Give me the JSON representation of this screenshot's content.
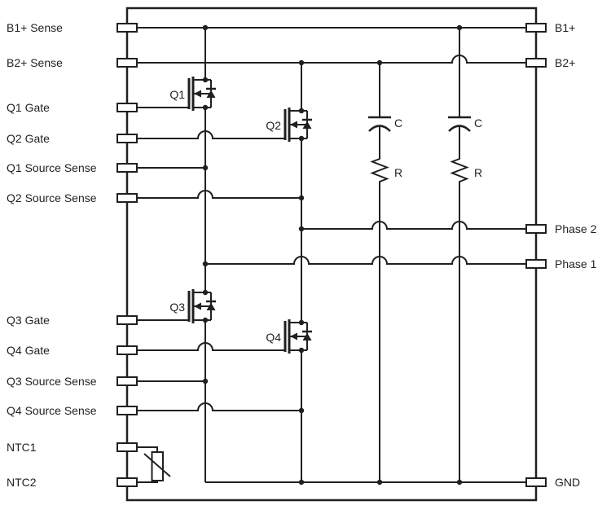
{
  "diagram": {
    "kind": "power-stage-schematic",
    "bg_color": "#ffffff",
    "line_color": "#231f20"
  },
  "pins": {
    "left": [
      {
        "label": "B1+ Sense"
      },
      {
        "label": "B2+ Sense"
      },
      {
        "label": "Q1 Gate"
      },
      {
        "label": "Q2 Gate"
      },
      {
        "label": "Q1 Source Sense"
      },
      {
        "label": "Q2 Source Sense"
      },
      {
        "label": "Q3 Gate"
      },
      {
        "label": "Q4 Gate"
      },
      {
        "label": "Q3 Source Sense"
      },
      {
        "label": "Q4 Source Sense"
      },
      {
        "label": "NTC1"
      },
      {
        "label": "NTC2"
      }
    ],
    "right": [
      {
        "label": "B1+"
      },
      {
        "label": "B2+"
      },
      {
        "label": "Phase 2"
      },
      {
        "label": "Phase 1"
      },
      {
        "label": "GND"
      }
    ]
  },
  "components": {
    "transistors": [
      {
        "ref": "Q1"
      },
      {
        "ref": "Q2"
      },
      {
        "ref": "Q3"
      },
      {
        "ref": "Q4"
      }
    ],
    "capacitors": [
      {
        "ref": "C"
      },
      {
        "ref": "C"
      }
    ],
    "resistors": [
      {
        "ref": "R"
      },
      {
        "ref": "R"
      }
    ]
  }
}
